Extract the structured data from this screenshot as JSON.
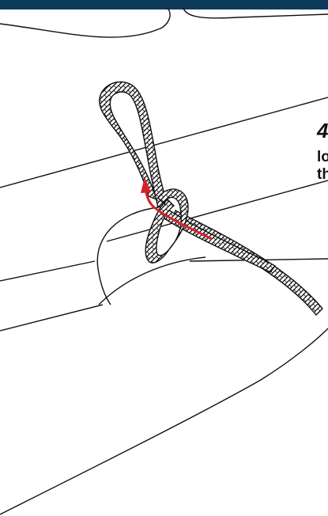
{
  "colors": {
    "header_bar": "#0e3a5c",
    "outline": "#111111",
    "rope_fill": "#ffffff",
    "arrow": "#d6202a"
  },
  "step": {
    "number": "4",
    "caption_line1": "lo",
    "caption_line2": "th"
  }
}
